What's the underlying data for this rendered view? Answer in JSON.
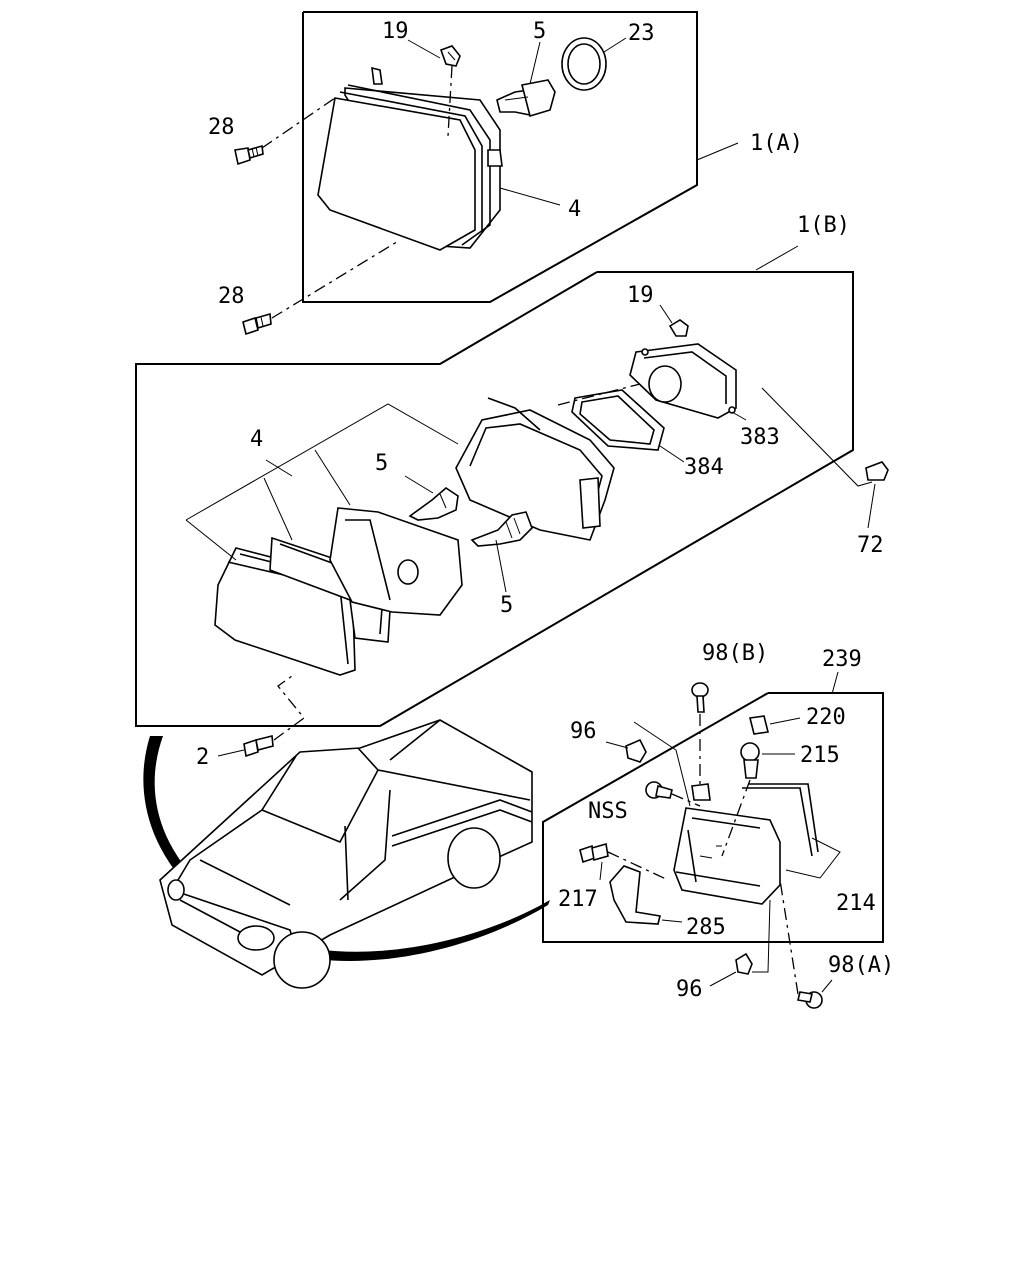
{
  "labels": {
    "l19a": "19",
    "l5a": "5",
    "l23": "23",
    "l1a": "1(A)",
    "l28a": "28",
    "l4a": "4",
    "l28b": "28",
    "l1b": "1(B)",
    "l19b": "19",
    "l383": "383",
    "l384": "384",
    "l4b": "4",
    "l5b": "5",
    "l5c": "5",
    "l72": "72",
    "l98b": "98(B)",
    "l239": "239",
    "l220": "220",
    "l96a": "96",
    "l215": "215",
    "l2": "2",
    "lnss": "NSS",
    "l217": "217",
    "l214": "214",
    "l285": "285",
    "l98a": "98(A)",
    "l96b": "96"
  }
}
